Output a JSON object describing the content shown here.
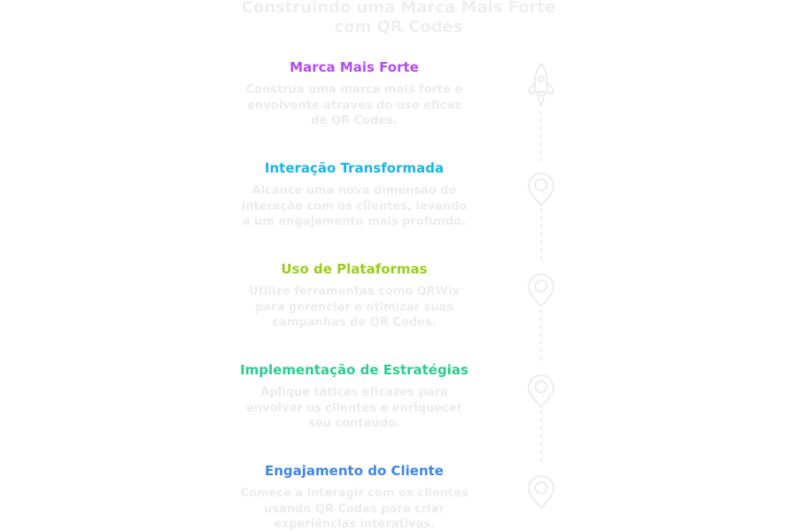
{
  "page": {
    "title": "Construindo uma Marca Mais Forte com QR Codes"
  },
  "steps": [
    {
      "title": "Marca Mais Forte",
      "color": "#b44cf0",
      "description": "Construa uma marca mais forte e envolvente através do uso eficaz de QR Codes.",
      "icon": "rocket-icon"
    },
    {
      "title": "Interação Transformada",
      "color": "#19b6e6",
      "description": "Alcance uma nova dimensão de interação com os clientes, levando a um engajamento mais profundo.",
      "icon": "map-pin-icon"
    },
    {
      "title": "Uso de Plataformas",
      "color": "#9acd1c",
      "description": "Utilize ferramentas como QRWix para gerenciar e otimizar suas campanhas de QR Codes.",
      "icon": "map-pin-icon"
    },
    {
      "title": "Implementação de Estratégias",
      "color": "#2ecc8f",
      "description": "Aplique táticas eficazes para envolver os clientes e enriquecer seu conteúdo.",
      "icon": "map-pin-icon"
    },
    {
      "title": "Engajamento do Cliente",
      "color": "#3f86e6",
      "description": "Comece a interagir com os clientes usando QR Codes para criar experiências interativas.",
      "icon": "map-pin-icon"
    }
  ],
  "timeline": {
    "line_color": "#e8e8e8"
  }
}
